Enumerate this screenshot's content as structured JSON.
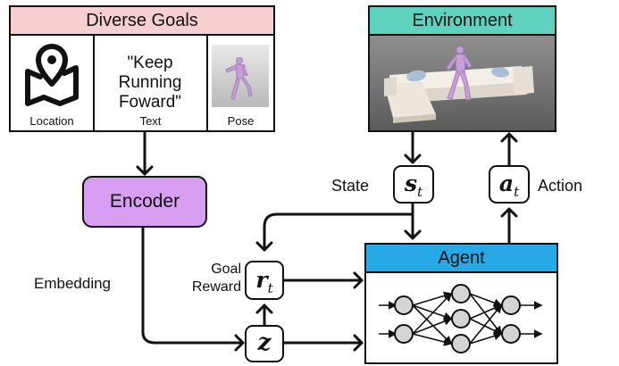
{
  "goals": {
    "title": "Diverse Goals",
    "location_label": "Location",
    "text_quote": "\"Keep Running Foward\"",
    "text_label": "Text",
    "pose_label": "Pose"
  },
  "environment": {
    "title": "Environment"
  },
  "encoder": {
    "label": "Encoder"
  },
  "agent": {
    "title": "Agent"
  },
  "state": {
    "label": "State",
    "symbol": "s",
    "subscript": "t"
  },
  "action": {
    "label": "Action",
    "symbol": "a",
    "subscript": "t"
  },
  "reward": {
    "label_line1": "Goal",
    "label_line2": "Reward",
    "symbol": "r",
    "subscript": "t"
  },
  "embedding": {
    "label": "Embedding",
    "symbol": "z"
  },
  "colors": {
    "goals_header": "#f8cfd0",
    "environment_header": "#5fd2bf",
    "encoder_fill": "#d79ef2",
    "agent_header": "#27a9e6",
    "neuron_fill": "#d4d4d4",
    "figure_pink": "#c79fd6",
    "sofa": "#ece6dc"
  }
}
